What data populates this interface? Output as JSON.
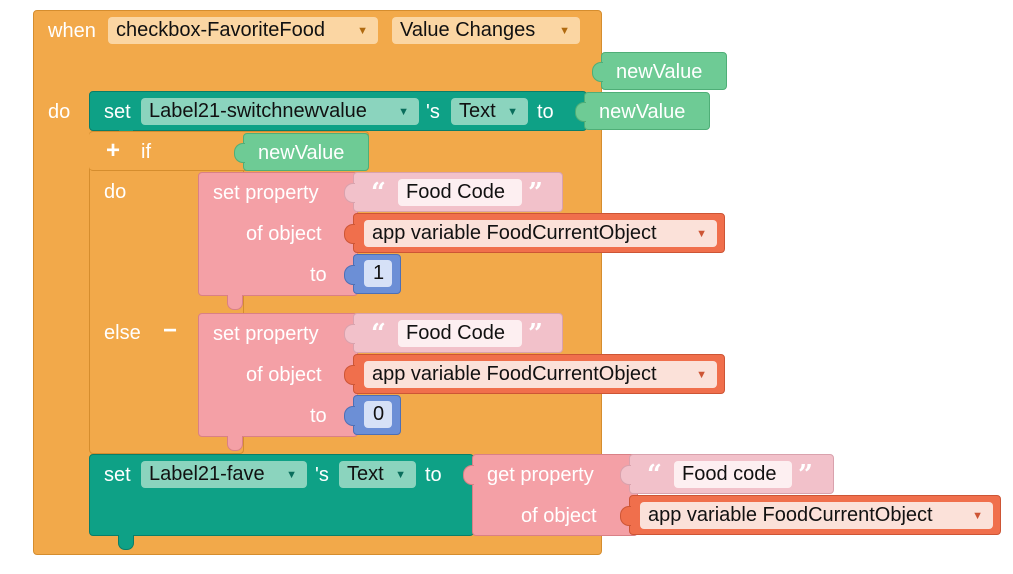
{
  "event": {
    "when_label": "when",
    "component": "checkbox-FavoriteFood",
    "event_name": "Value Changes",
    "param": "newValue",
    "do_label": "do"
  },
  "set1": {
    "set_label": "set",
    "component": "Label21-switchnewvalue",
    "possessive": "'s",
    "property": "Text",
    "to_label": "to",
    "value": "newValue"
  },
  "ifelse": {
    "plus": "+",
    "if_label": "if",
    "condition": "newValue",
    "do_label": "do",
    "else_label": "else",
    "minus": "−"
  },
  "then_block": {
    "set_property_label": "set property",
    "property_name": "Food Code",
    "of_object_label": "of object",
    "object": "app variable FoodCurrentObject",
    "to_label": "to",
    "value": "1"
  },
  "else_block": {
    "set_property_label": "set property",
    "property_name": "Food Code",
    "of_object_label": "of object",
    "object": "app variable FoodCurrentObject",
    "to_label": "to",
    "value": "0"
  },
  "set2": {
    "set_label": "set",
    "component": "Label21-fave",
    "possessive": "'s",
    "property": "Text",
    "to_label": "to",
    "get_property_label": "get property",
    "property_name": "Food code",
    "of_object_label": "of object",
    "object": "app variable FoodCurrentObject"
  },
  "colors": {
    "event": "#f2a94a",
    "component_set": "#0ea186",
    "variable_get": "#6ecb95",
    "property_block": "#f4a0a6",
    "text_string": "#f2c1ca",
    "global_var": "#f06f4c",
    "number": "#6c8fd6"
  },
  "icons": {
    "dropdown": "triangle-down-icon",
    "quote_open": "left-quote-icon",
    "quote_close": "right-quote-icon"
  }
}
